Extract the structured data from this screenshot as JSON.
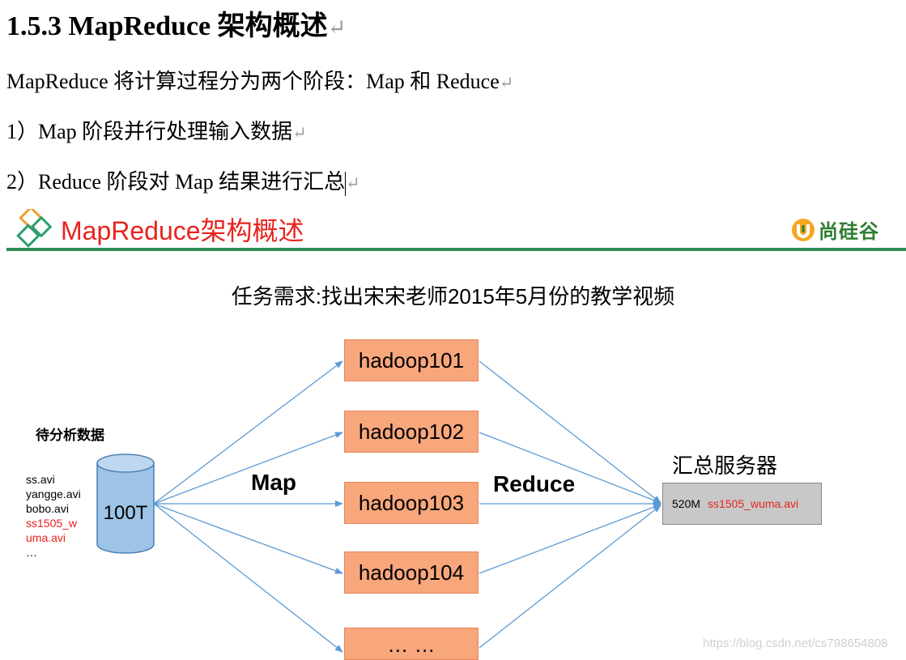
{
  "document": {
    "heading": "1.5.3 MapReduce 架构概述",
    "para1": "MapReduce 将计算过程分为两个阶段：Map 和 Reduce",
    "para2": "1）Map 阶段并行处理输入数据",
    "para3": "2）Reduce 阶段对 Map 结果进行汇总",
    "return_mark": "↵"
  },
  "slide": {
    "title": "MapReduce架构概述",
    "logo_text": "尚硅谷",
    "task": "任务需求:找出宋宋老师2015年5月份的教学视频",
    "input": {
      "heading": "待分析数据",
      "files": [
        "ss.avi",
        "yangge.avi",
        "bobo.avi",
        "ss1505_w",
        "uma.avi",
        "…"
      ],
      "size": "100T"
    },
    "nodes": [
      "hadoop101",
      "hadoop102",
      "hadoop103",
      "hadoop104",
      "… …"
    ],
    "map_label": "Map",
    "reduce_label": "Reduce",
    "server": {
      "title": "汇总服务器",
      "size": "520M",
      "file": "ss1505_wuma.avi"
    },
    "watermark": "https://blog.csdn.net/cs798654808"
  },
  "colors": {
    "title_red": "#e8231e",
    "rule_green": "#2e8b57",
    "node_fill": "#f8a67c",
    "arrow_blue": "#5b9bd5",
    "cylinder_blue": "#9dc3e6",
    "server_gray": "#c8c8c8"
  }
}
